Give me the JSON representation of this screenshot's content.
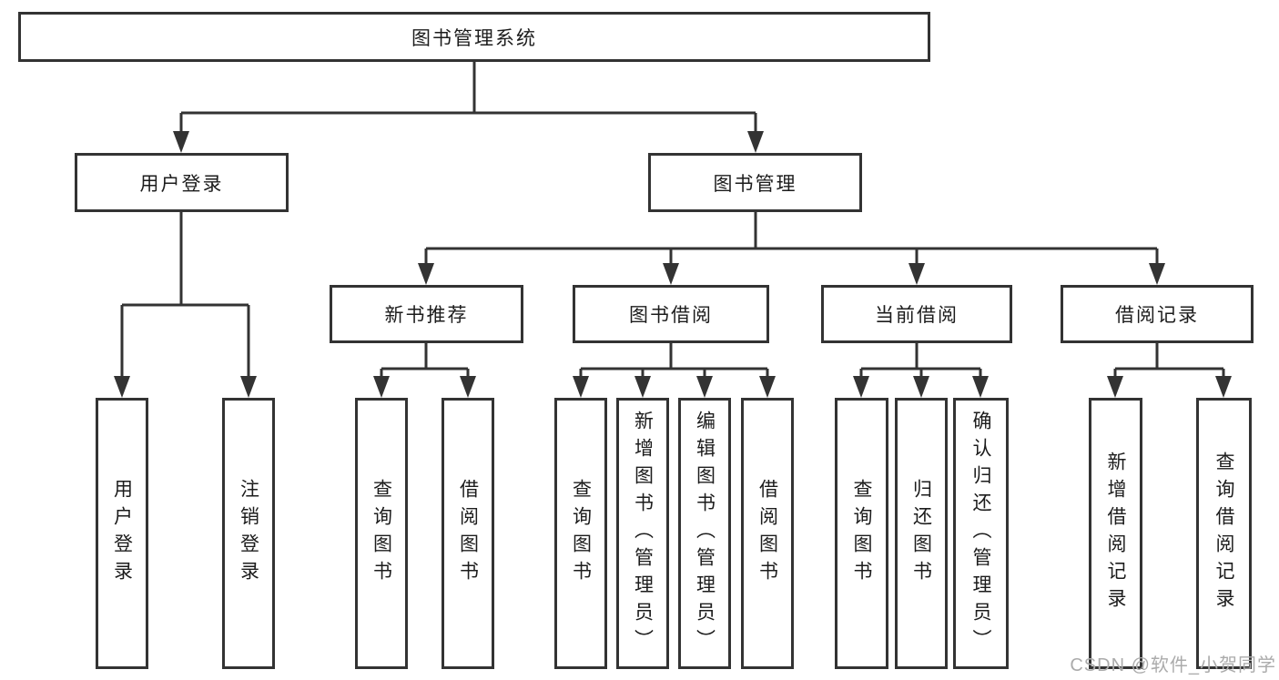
{
  "diagram": {
    "root": {
      "label": "图书管理系统"
    },
    "level2": [
      {
        "label": "用户登录",
        "leaves": [
          {
            "label": "用户登录"
          },
          {
            "label": "注销登录"
          }
        ]
      },
      {
        "label": "图书管理",
        "sections": [
          {
            "label": "新书推荐",
            "leaves": [
              {
                "label": "查询图书"
              },
              {
                "label": "借阅图书"
              }
            ]
          },
          {
            "label": "图书借阅",
            "leaves": [
              {
                "label": "查询图书"
              },
              {
                "label": "新增图书（管理员）"
              },
              {
                "label": "编辑图书（管理员）"
              },
              {
                "label": "借阅图书"
              }
            ]
          },
          {
            "label": "当前借阅",
            "leaves": [
              {
                "label": "查询图书"
              },
              {
                "label": "归还图书"
              },
              {
                "label": "确认归还（管理员）"
              }
            ]
          },
          {
            "label": "借阅记录",
            "leaves": [
              {
                "label": "新增借阅记录"
              },
              {
                "label": "查询借阅记录"
              }
            ]
          }
        ]
      }
    ]
  },
  "watermark": {
    "text": "CSDN @软件_小贺同学"
  },
  "colors": {
    "line": "#333333",
    "text": "#1c1c1c",
    "watermark": "#ababab",
    "background": "#ffffff"
  }
}
